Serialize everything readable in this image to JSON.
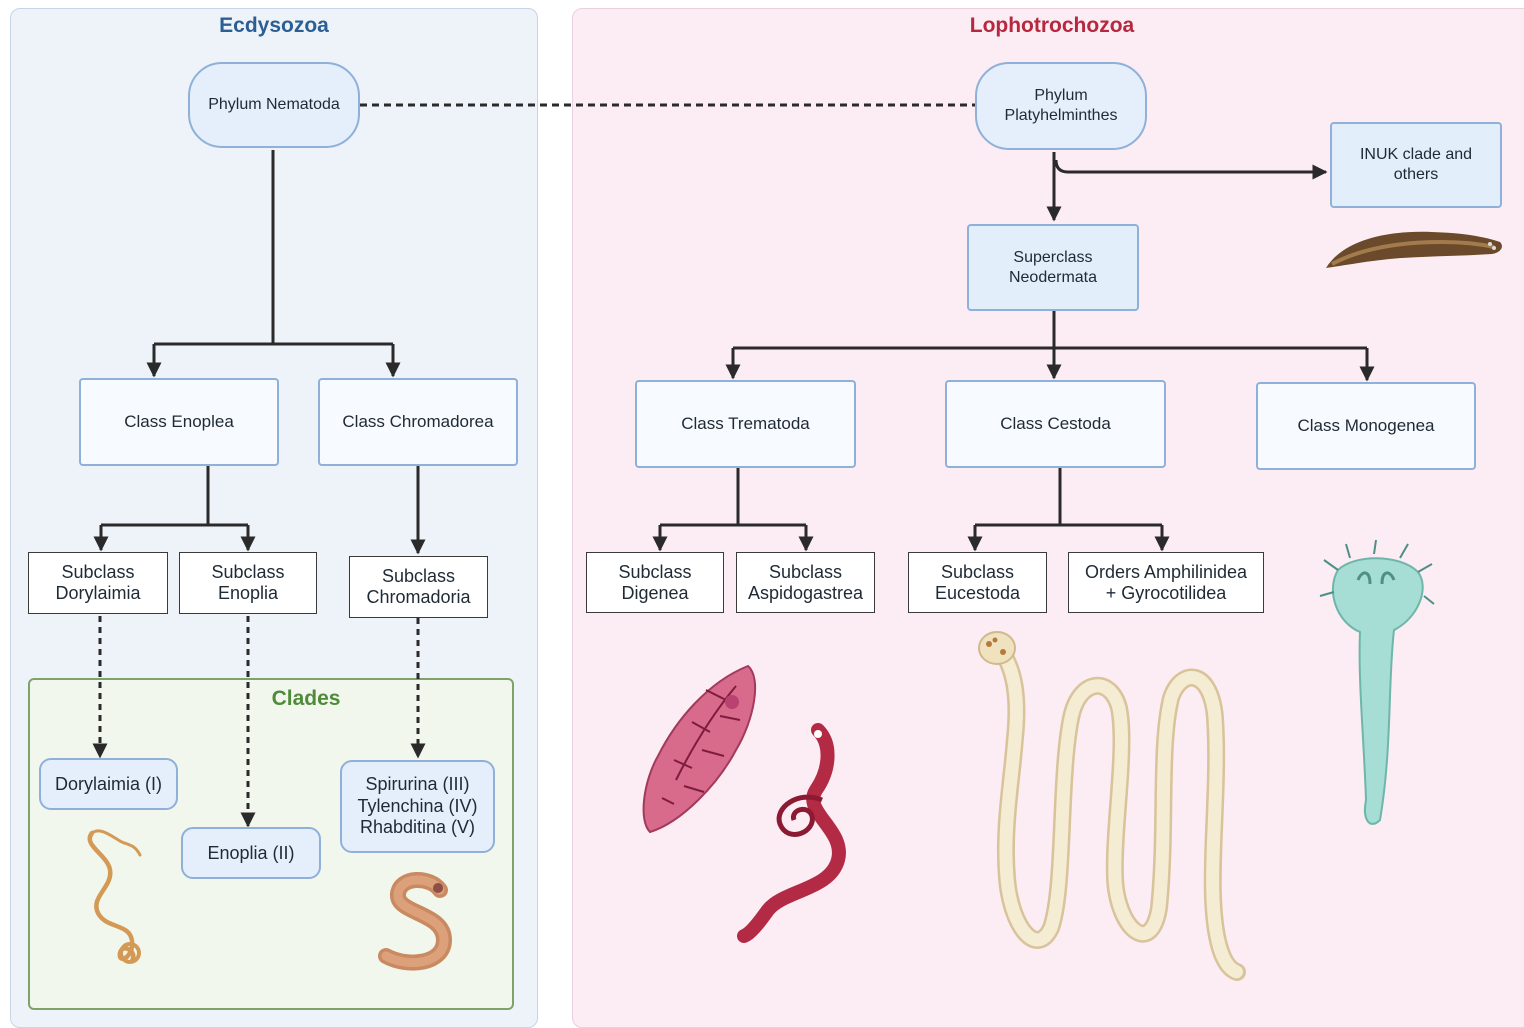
{
  "groups": {
    "left_title": "Ecdysozoa",
    "right_title": "Lophotrochozoa",
    "clades_title": "Clades"
  },
  "nodes": {
    "nematoda": "Phylum Nematoda",
    "platyhelminthes": "Phylum\nPlatyhelminthes",
    "inuk": "INUK clade and\nothers",
    "neodermata": "Superclass\nNeodermata",
    "enoplea": "Class Enoplea",
    "chromadorea": "Class Chromadorea",
    "trematoda": "Class Trematoda",
    "cestoda": "Class Cestoda",
    "monogenea": "Class Monogenea",
    "dorylaimia": "Subclass\nDorylaimia",
    "enoplia": "Subclass\nEnoplia",
    "chromadoria": "Subclass\nChromadoria",
    "digenea": "Subclass\nDigenea",
    "aspidogastrea": "Subclass\nAspidogastrea",
    "eucestoda": "Subclass\nEucestoda",
    "amphilinidea": "Orders Amphilinidea\n+ Gyrocotilidea",
    "clade_1": "Dorylaimia (I)",
    "clade_2": "Enoplia (II)",
    "clade_3": "Spirurina (III)\nTylenchina (IV)\nRhabditina (V)"
  },
  "colors": {
    "ecdysozoa_title": "#2b5f93",
    "lophotrochozoa_title": "#b5283e",
    "clades_title": "#4f8b3b",
    "connector": "#2a2a2a"
  },
  "illustrations": [
    "nematode-worm-icon",
    "roundworm-icon",
    "planarian-flatworm-icon",
    "fluke-icon",
    "schistosome-icon",
    "tapeworm-icon",
    "monogenean-icon"
  ]
}
